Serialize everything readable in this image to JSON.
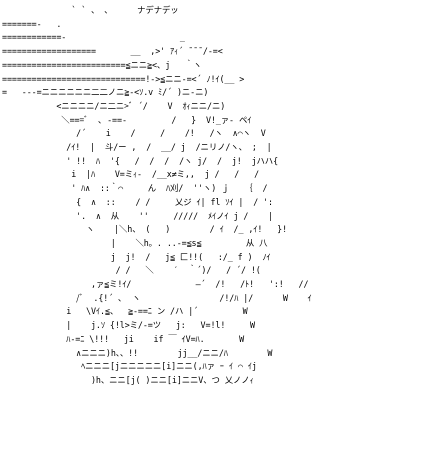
{
  "art": {
    "lines": [
      "              ` ` 、 、     ナデナデッ",
      "=======-   .",
      "============-                       _",
      "===================       __  ,>' ｱｨ´ ̄ ̄ ̄ /-=<",
      "=========================≦ニニ≧<、j   ｀ヽ",
      "=============================!->≦ニニ-=<´ ﾉ!ｲ(__ >",
      "=   ---=ニニニニニニ二二ノニ≧-<ｿ.v ﾐ/´ )ニ‐ニ)",
      "           <ニニニニ/ニ二ニ>ﾞ ´/    V  ｵｨニニ/ニ)",
      "            ＼===ﾞ  ､ -==-         /   }  V!_ァ- ペｲ",
      "               /´    i    /     /    /!   /ヽ  ∧⌒ヽ  V",
      "             /ｲ!  |  斗/ー ,  /  __/ j  /ニリノ/ヽ、 ;  |",
      "             ' !!  ﾊ  '{   /  /  /  /ヽ j/  /  j!  jハハ{",
      "              i  |ﾊ    V=ミｨ‐  /__x≠ミ,,  j /   /   /",
      "              ' ﾊ∧  ::｀⌒     ん  ﾊ刈/  ''ヽ) ｊ   ｛  /",
      "               {  ∧  ::    / /     乂ジ ｲ| fl ｿｲ |  / ':",
      "               '.  ∧  从    ''     /////  ﾒｲノｲ j /    |",
      "                 ヽ    |＼h、 (   )        / ｲ  /_ ,ｲ!   }!",
      "                      |    ＼h。. ..-=≦s≦         从 八",
      "                      j  j!  /   j≦ 匚!!(   :/_ f )  ﾉｲ",
      "                       / /   ＼    ′  ｀´)/   / ´/ !(",
      "                  ,ァ≦ミ!ｲ/             ―´  /!   /ﾄ!   ':!   //",
      "               /ﾞ  .{!´ ､  ヽ                /!/ﾊ |/      W    ｲ",
      "             i   \\Vｲ.≦、  ≧-==ﾆ ン /ハ |´         W",
      "             |    j.ｿ {!l>ミ/-=ツ   j:   V=!l!     W",
      "             ﾊ-=ﾆ \\!!!   ji    if ￣ ｲV=ﾊ.       W",
      "               ∧ニニニ)h、、!!        jj__/ニニ/ﾊ        W",
      "                ﾍニニニ[jニニニニニ[i]ニニ(,ﾊァ ｰ ｲ ⌒ ｲj",
      "                  )h、ニニ[j( )ニニ[i]ニニV、つ 乂ノノｨ"
    ]
  }
}
